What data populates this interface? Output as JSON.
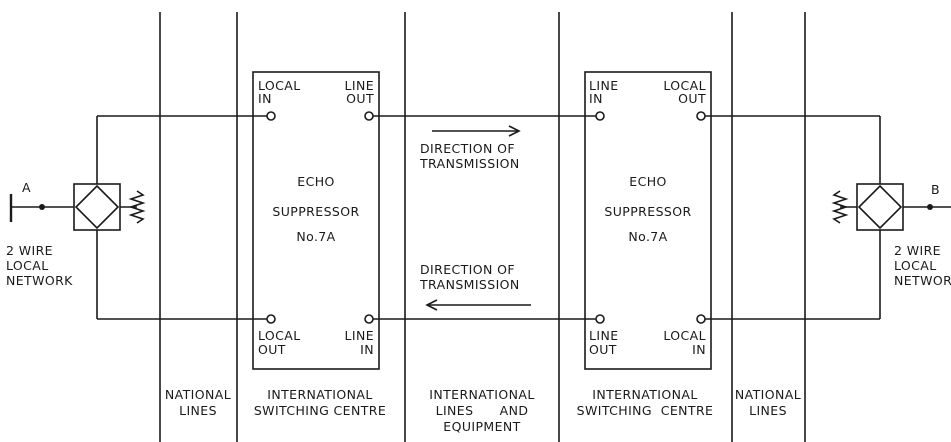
{
  "suppressor_left": {
    "top_left_label": [
      "LOCAL",
      "IN"
    ],
    "top_right_label": [
      "LINE",
      "OUT"
    ],
    "bottom_left_label": [
      "LOCAL",
      "OUT"
    ],
    "bottom_right_label": [
      "LINE",
      "IN"
    ],
    "title": [
      "ECHO",
      "SUPPRESSOR",
      "No.7A"
    ]
  },
  "suppressor_right": {
    "top_left_label": [
      "LINE",
      "IN"
    ],
    "top_right_label": [
      "LOCAL",
      "OUT"
    ],
    "bottom_left_label": [
      "LINE",
      "OUT"
    ],
    "bottom_right_label": [
      "LOCAL",
      "IN"
    ],
    "title": [
      "ECHO",
      "SUPPRESSOR",
      "No.7A"
    ]
  },
  "direction_top": [
    "DIRECTION   OF",
    "TRANSMISSION"
  ],
  "direction_bottom": [
    "DIRECTION   OF",
    "TRANSMISSION"
  ],
  "subscriber_a": {
    "letter": "A",
    "network_label": [
      "2 WIRE",
      "LOCAL",
      "NETWORK"
    ]
  },
  "subscriber_b": {
    "letter": "B",
    "network_label": [
      "2 WIRE",
      "LOCAL",
      "NETWORK"
    ]
  },
  "zones": [
    [
      "NATIONAL",
      "LINES"
    ],
    [
      "INTERNATIONAL",
      "SWITCHING CENTRE"
    ],
    [
      "INTERNATIONAL",
      "LINES      AND",
      "EQUIPMENT"
    ],
    [
      "INTERNATIONAL",
      "SWITCHING  CENTRE"
    ],
    [
      "NATIONAL",
      "LINES"
    ]
  ]
}
